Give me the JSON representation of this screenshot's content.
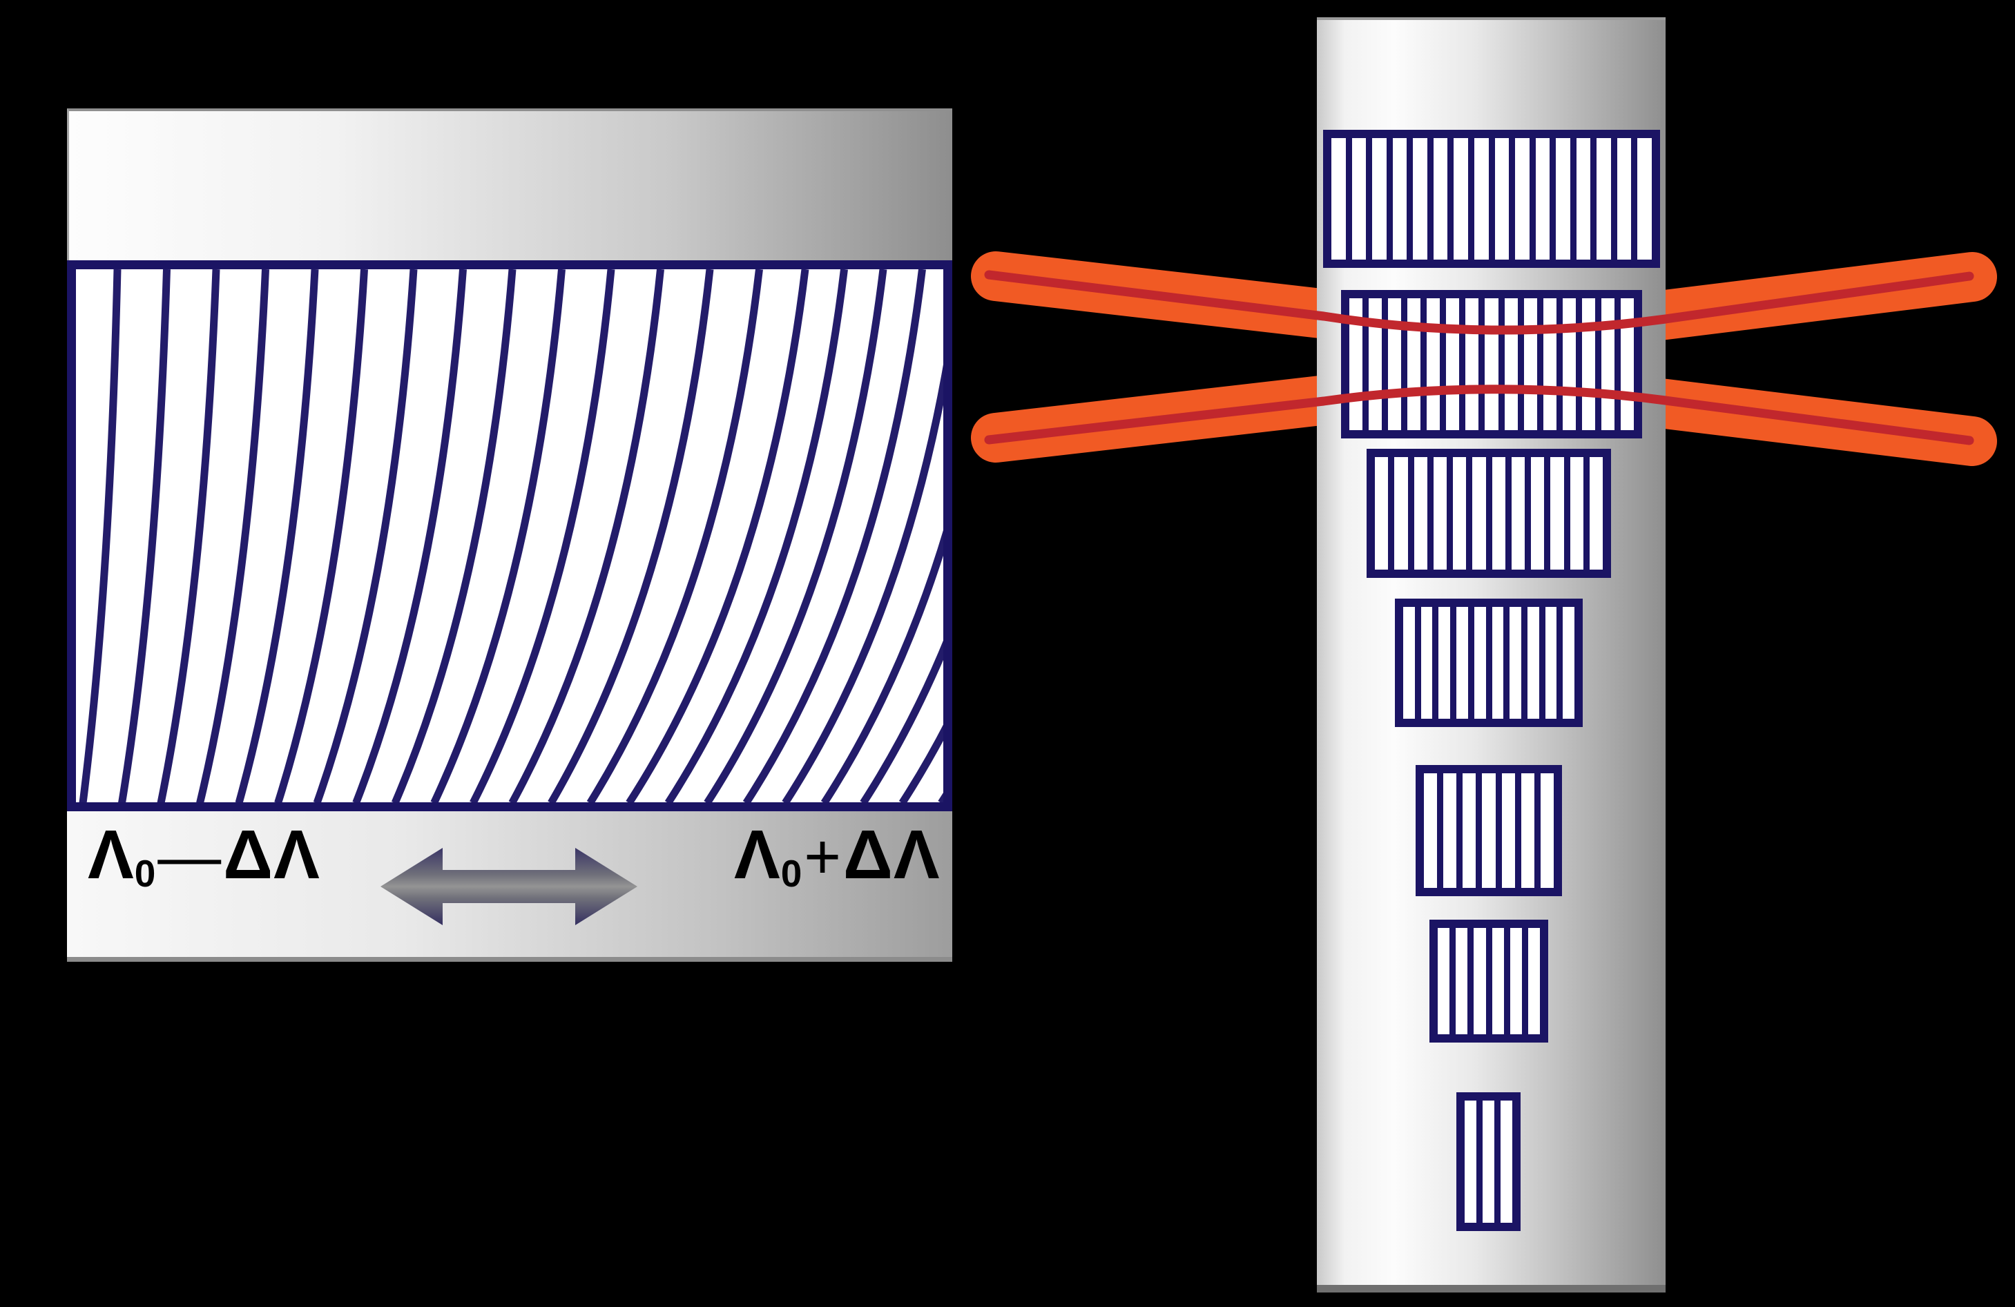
{
  "scene": {
    "background": "#000000",
    "description_labels": {
      "left_period_label": "Λ0—ΔΛ",
      "right_period_label": "Λ0+ΔΛ"
    }
  },
  "labels": {
    "left": {
      "base": "Λ",
      "sub": "0",
      "op": "—",
      "rest": "ΔΛ"
    },
    "right": {
      "base": "Λ",
      "sub": "0",
      "op": "+",
      "rest": "ΔΛ"
    }
  },
  "left_panel": {
    "grating": {
      "line_count": 23
    }
  },
  "fiber": {
    "gratings": [
      {
        "slats": 16
      },
      {
        "slats": 15
      },
      {
        "slats": 12
      },
      {
        "slats": 10
      },
      {
        "slats": 7
      },
      {
        "slats": 6
      },
      {
        "slats": 3
      }
    ]
  },
  "colors": {
    "navy": "#1B1464",
    "fan_line": "#231C6A",
    "beam_outer": "#F15A24",
    "beam_core": "#C1272D",
    "label_text": "#000000",
    "panel_white": "#FFFFFF"
  }
}
